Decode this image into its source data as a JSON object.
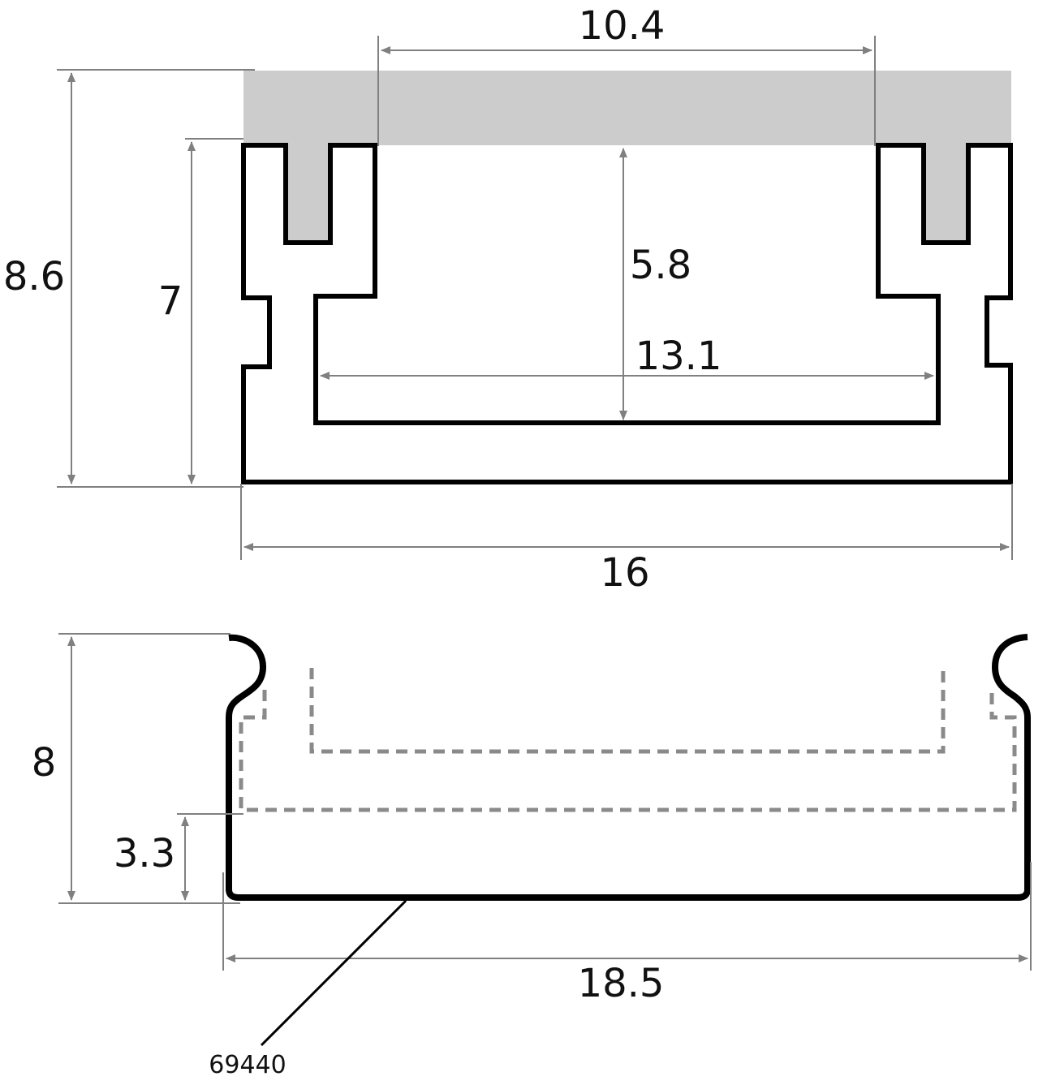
{
  "colors": {
    "profile_stroke": "#000000",
    "dimension_line": "#808080",
    "diffuser_fill": "#cccccc",
    "dashed_outline": "#8a8a8a",
    "text": "#111111"
  },
  "top_profile": {
    "dimensions": {
      "top_width": "10.4",
      "overall_height": "8.6",
      "body_height": "7",
      "inner_depth": "5.8",
      "inner_width": "13.1",
      "overall_width": "16"
    }
  },
  "bottom_profile": {
    "dimensions": {
      "overall_height": "8",
      "inset_height": "3.3",
      "overall_width": "18.5"
    },
    "part_number": "69440"
  }
}
